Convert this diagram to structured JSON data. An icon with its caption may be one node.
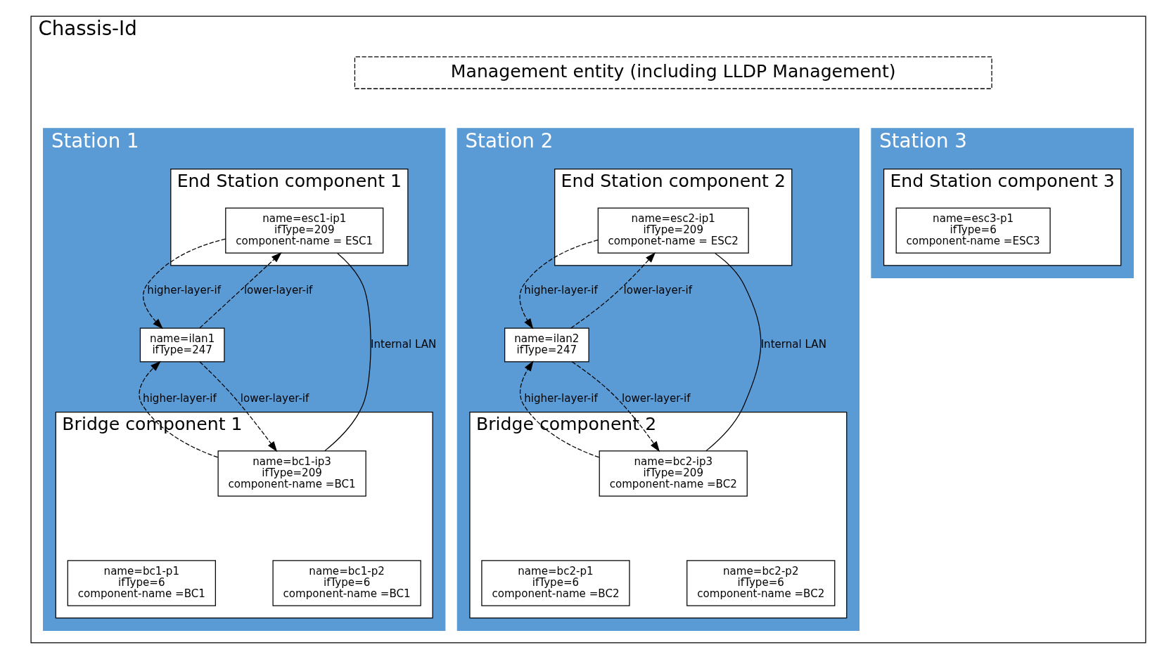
{
  "diagram": {
    "nodes": [
      {
        "text": [
          "Chassis-Id"
        ]
      },
      {
        "text": [
          "Management entity (including LLDP Management)"
        ],
        "in": 0
      },
      {
        "text": [
          "Station 1"
        ],
        "in": 0
      },
      {
        "text": [
          "End Station component 1"
        ],
        "in": 2
      },
      {
        "text": [
          "name=esc1-ip1",
          "ifType=209",
          "component-name = ESC1"
        ],
        "in": 3
      },
      {
        "text": [
          "name=ilan1",
          "ifType=247"
        ],
        "in": 2
      },
      {
        "text": [
          "Bridge component 1"
        ],
        "in": 2
      },
      {
        "text": [
          "name=bc1-ip3",
          "ifType=209",
          "component-name =BC1"
        ],
        "in": 6
      },
      {
        "text": [
          "name=bc1-p1",
          "ifType=6",
          "component-name =BC1"
        ],
        "in": 6
      },
      {
        "text": [
          "name=bc1-p2",
          "ifType=6",
          "component-name =BC1"
        ],
        "in": 6
      },
      {
        "text": [
          "Station 2"
        ],
        "in": 0
      },
      {
        "text": [
          "End Station component 2"
        ],
        "in": 10
      },
      {
        "text": [
          "name=esc2-ip1",
          "ifType=209",
          "componet-name = ESC2"
        ],
        "in": 11
      },
      {
        "text": [
          "name=ilan2",
          "ifType=247"
        ],
        "in": 10
      },
      {
        "text": [
          "Bridge component 2"
        ],
        "in": 10
      },
      {
        "text": [
          "name=bc2-ip3",
          "ifType=209",
          "component-name =BC2"
        ],
        "in": 14
      },
      {
        "text": [
          "name=bc2-p1",
          "ifType=6",
          "component-name =BC2"
        ],
        "in": 14
      },
      {
        "text": [
          "name=bc2-p2",
          "ifType=6",
          "component-name =BC2"
        ],
        "in": 14
      },
      {
        "text": [
          "Station 3"
        ],
        "in": 0
      },
      {
        "text": [
          "End Station component 3"
        ],
        "in": 18
      },
      {
        "text": [
          "name=esc3-p1",
          "ifType=6",
          "component-name =ESC3"
        ],
        "in": 19
      }
    ],
    "edges": [
      {
        "from": 5,
        "to": 4,
        "arrow": "to",
        "label": "lower-layer-if",
        "style": "dashed"
      },
      {
        "from": 4,
        "to": 5,
        "arrow": "to",
        "label": "higher-layer-if",
        "style": "dashed"
      },
      {
        "from": 5,
        "to": 7,
        "arrow": "to",
        "label": "lower-layer-if",
        "style": "dashed"
      },
      {
        "from": 7,
        "to": 5,
        "arrow": "to",
        "label": "higher-layer-if",
        "style": "dashed"
      },
      {
        "from": 4,
        "to": 7,
        "arrow": "none",
        "label": "Internal LAN"
      },
      {
        "from": 13,
        "to": 12,
        "arrow": "to",
        "label": "lower-layer-if",
        "style": "dashed"
      },
      {
        "from": 12,
        "to": 13,
        "arrow": "to",
        "label": "higher-layer-if",
        "style": "dashed"
      },
      {
        "from": 13,
        "to": 15,
        "arrow": "to",
        "label": "lower-layer-if",
        "style": "dashed"
      },
      {
        "from": 15,
        "to": 13,
        "arrow": "to",
        "label": "higher-layer-if",
        "style": "dashed"
      },
      {
        "from": 12,
        "to": 15,
        "arrow": "none",
        "label": "Internal LAN"
      }
    ]
  }
}
